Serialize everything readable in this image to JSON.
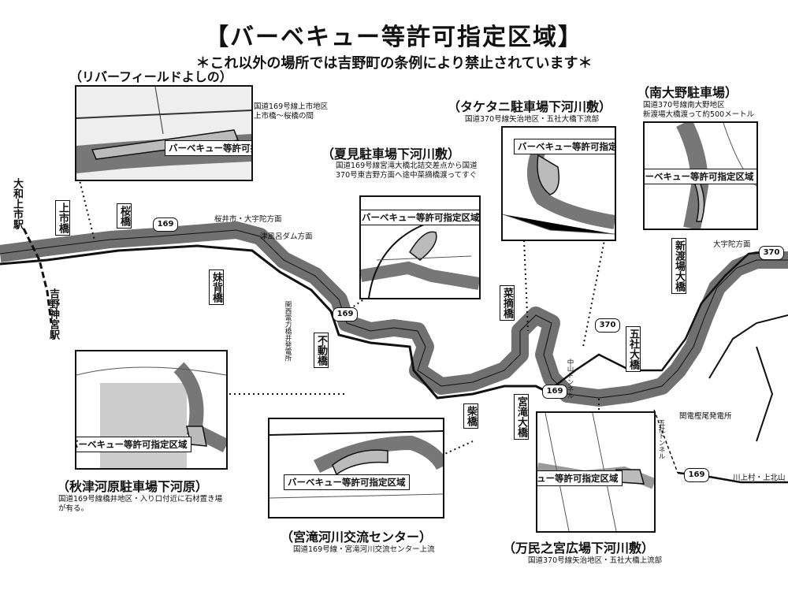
{
  "title": "【バーベキュー等許可指定区域】",
  "subtitle": "＊これ以外の場所では吉野町の条例により禁止されています＊",
  "zone_label": "バーベキュー等許可指定区域",
  "panels": {
    "river_field": {
      "title": "（リバーフィールドよしの）",
      "note1": "国道169号線上市地区",
      "note2": "上市橋～桜橋の間"
    },
    "natsumi": {
      "title": "（夏見駐車場下河川敷）",
      "note1": "国道169号線宮滝大橋北詰交差点から国道",
      "note2": "370号東吉野方面へ途中菜摘橋渡ってすぐ"
    },
    "taketani": {
      "title": "（タケタニ駐車場下河川敷）",
      "note1": "国道370号線矢治地区・五社大橋下流部"
    },
    "minami_ohno": {
      "title": "（南大野駐車場）",
      "note1": "国道370号線南大野地区",
      "note2": "新渡場大橋渡って約500メートル"
    },
    "akizu": {
      "title": "（秋津河原駐車場下河原）",
      "note1": "国道169号線橋井地区・入り口付近に石材置き場",
      "note2": "が有る。"
    },
    "miyataki": {
      "title": "（宮滝河川交流センター）",
      "note1": "国道169号線・宮滝河川交流センター上流"
    },
    "banmin": {
      "title": "（万民之宮広場下河川敷）",
      "note1": "国道370号線矢治地区・五社大橋上流部"
    }
  },
  "bridges": {
    "kamiichi": "上市橋",
    "sakura": "桜橋",
    "imose": "妹背橋",
    "fudo": "不動橋",
    "natsumi": "菜摘橋",
    "shiba": "柴橋",
    "miyataki": "宮滝大橋",
    "gosha": "五社大橋",
    "shinwataba": "新渡場大橋"
  },
  "stations": {
    "yamato_kamiichi": "大和上市駅",
    "yoshino_jingu": "吉野神宮駅"
  },
  "places": {
    "sakurai": "桜井市・大宇陀方面",
    "tsuburo": "津風呂ダム方面",
    "ouda": "大宇陀方面",
    "kansai_power": "関西電力橋井発電所",
    "nakayama_tunnel": "中山トンネル",
    "gosha_tunnel": "五社トンネル",
    "power_plant": "関電樫尾発電所",
    "kawakami": "川上村・上北山"
  },
  "routes": [
    "169",
    "169",
    "169",
    "370",
    "370",
    "169"
  ],
  "colors": {
    "river": "#707070",
    "zone": "#d0d0d0",
    "road": "#111111",
    "land": "#e6e6e6"
  }
}
